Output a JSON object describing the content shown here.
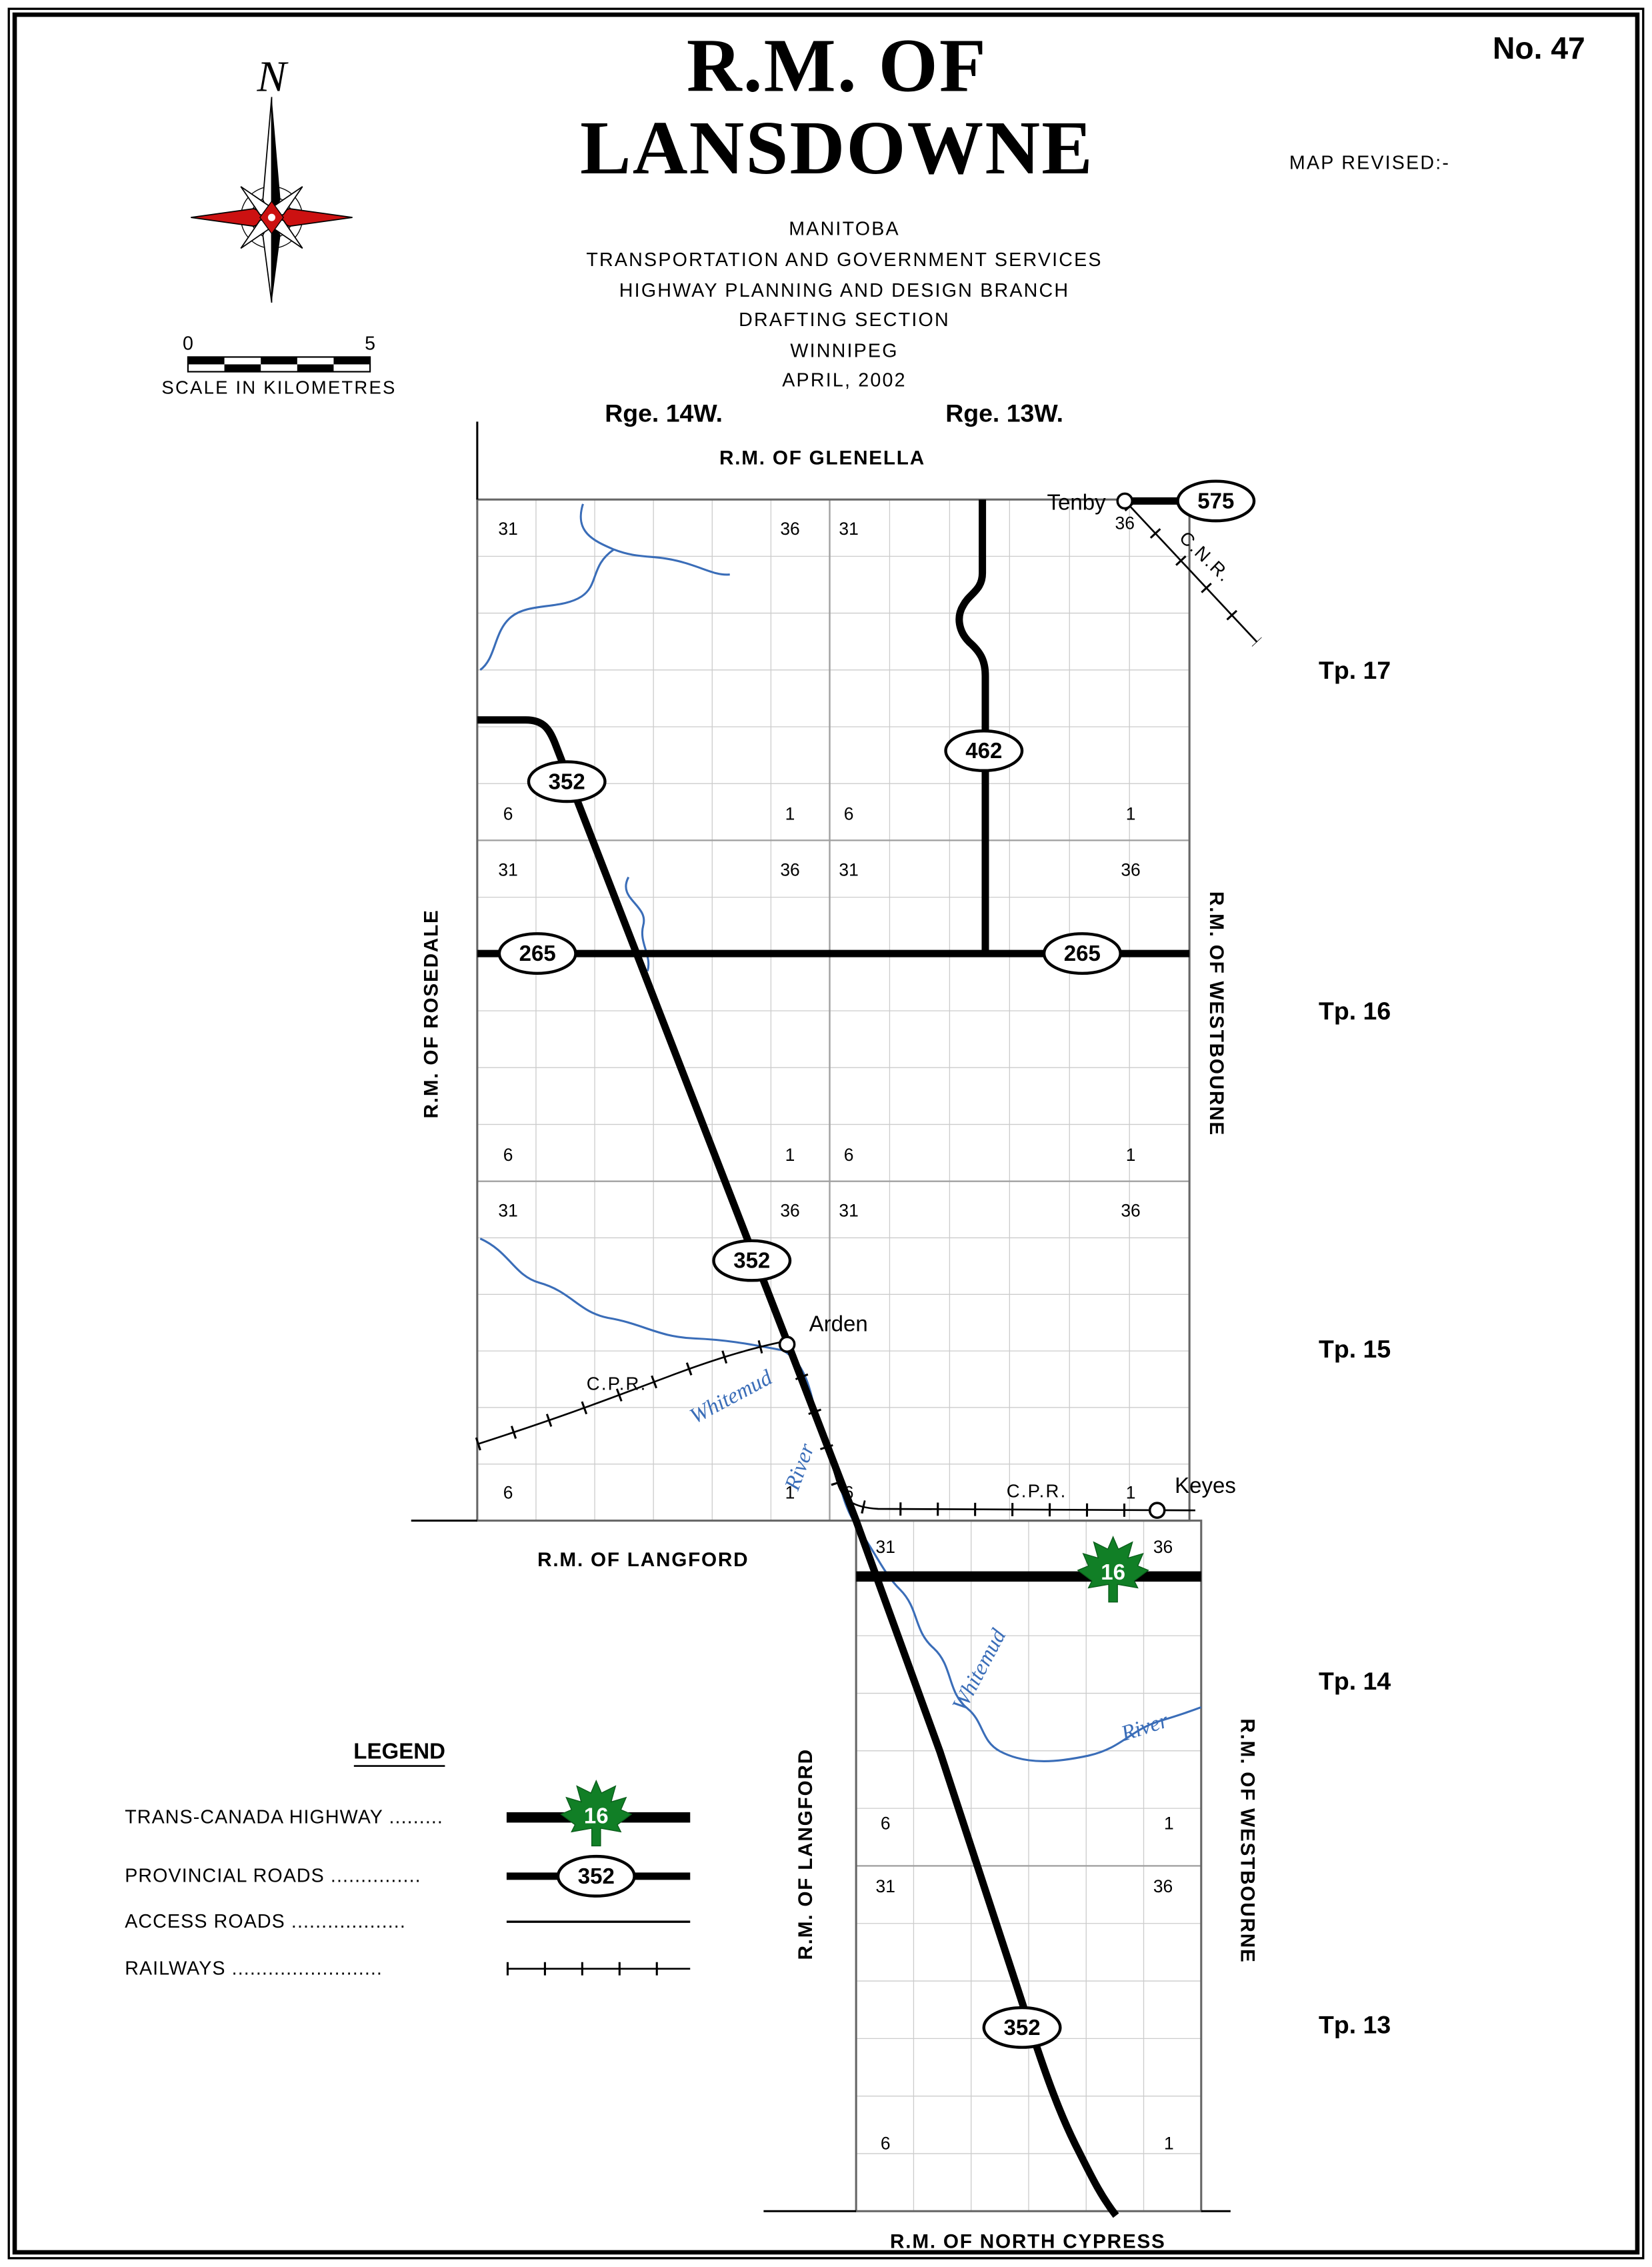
{
  "header": {
    "map_number": "No. 47",
    "title_line1": "R.M. OF",
    "title_line2": "LANSDOWNE",
    "map_revised": "MAP  REVISED:-",
    "agency_lines": [
      "MANITOBA",
      "TRANSPORTATION  AND  GOVERNMENT  SERVICES",
      "HIGHWAY  PLANNING  AND  DESIGN  BRANCH",
      "DRAFTING  SECTION",
      "WINNIPEG",
      "APRIL,  2002"
    ]
  },
  "compass": {
    "north": "N"
  },
  "scale_bar": {
    "start": "0",
    "end": "5",
    "caption": "SCALE  IN  KILOMETRES"
  },
  "map": {
    "range_labels": {
      "rge14w": "Rge. 14W.",
      "rge13w": "Rge. 13W."
    },
    "township_labels": [
      "Tp. 17",
      "Tp. 16",
      "Tp. 15",
      "Tp. 14",
      "Tp. 13"
    ],
    "neighbors": {
      "north": "R.M.  OF  GLENELLA",
      "west": "R.M.  OF  ROSEDALE",
      "east_upper": "R.M.  OF  WESTBOURNE",
      "east_lower": "R.M.  OF  WESTBOURNE",
      "south_upper": "R.M.  OF  LANGFORD",
      "west_lower": "R.M.  OF  LANGFORD",
      "south": "R.M.  OF  NORTH  CYPRESS"
    },
    "towns": {
      "tenby": "Tenby",
      "arden": "Arden",
      "keyes": "Keyes"
    },
    "railways": {
      "cnr": "C.N.R.",
      "cpr": "C.P.R."
    },
    "river": {
      "name": "Whitemud",
      "word2": "River"
    },
    "highways": {
      "pth16": "16",
      "pr352": "352",
      "pr265": "265",
      "pr462": "462",
      "pr575": "575"
    },
    "section_corners": {
      "nw": "31",
      "ne": "36",
      "sw": "6",
      "se": "1"
    }
  },
  "legend": {
    "title": "LEGEND",
    "items": {
      "trans_canada": "TRANS-CANADA  HIGHWAY  .........",
      "provincial": "PROVINCIAL  ROADS  ...............",
      "access": "ACCESS  ROADS  ...................",
      "railways": "RAILWAYS  ........................."
    }
  },
  "colors": {
    "trans_canada_green": "#117f26",
    "river_blue": "#3a6db8",
    "compass_red": "#cc1111",
    "road_black": "#000000"
  }
}
